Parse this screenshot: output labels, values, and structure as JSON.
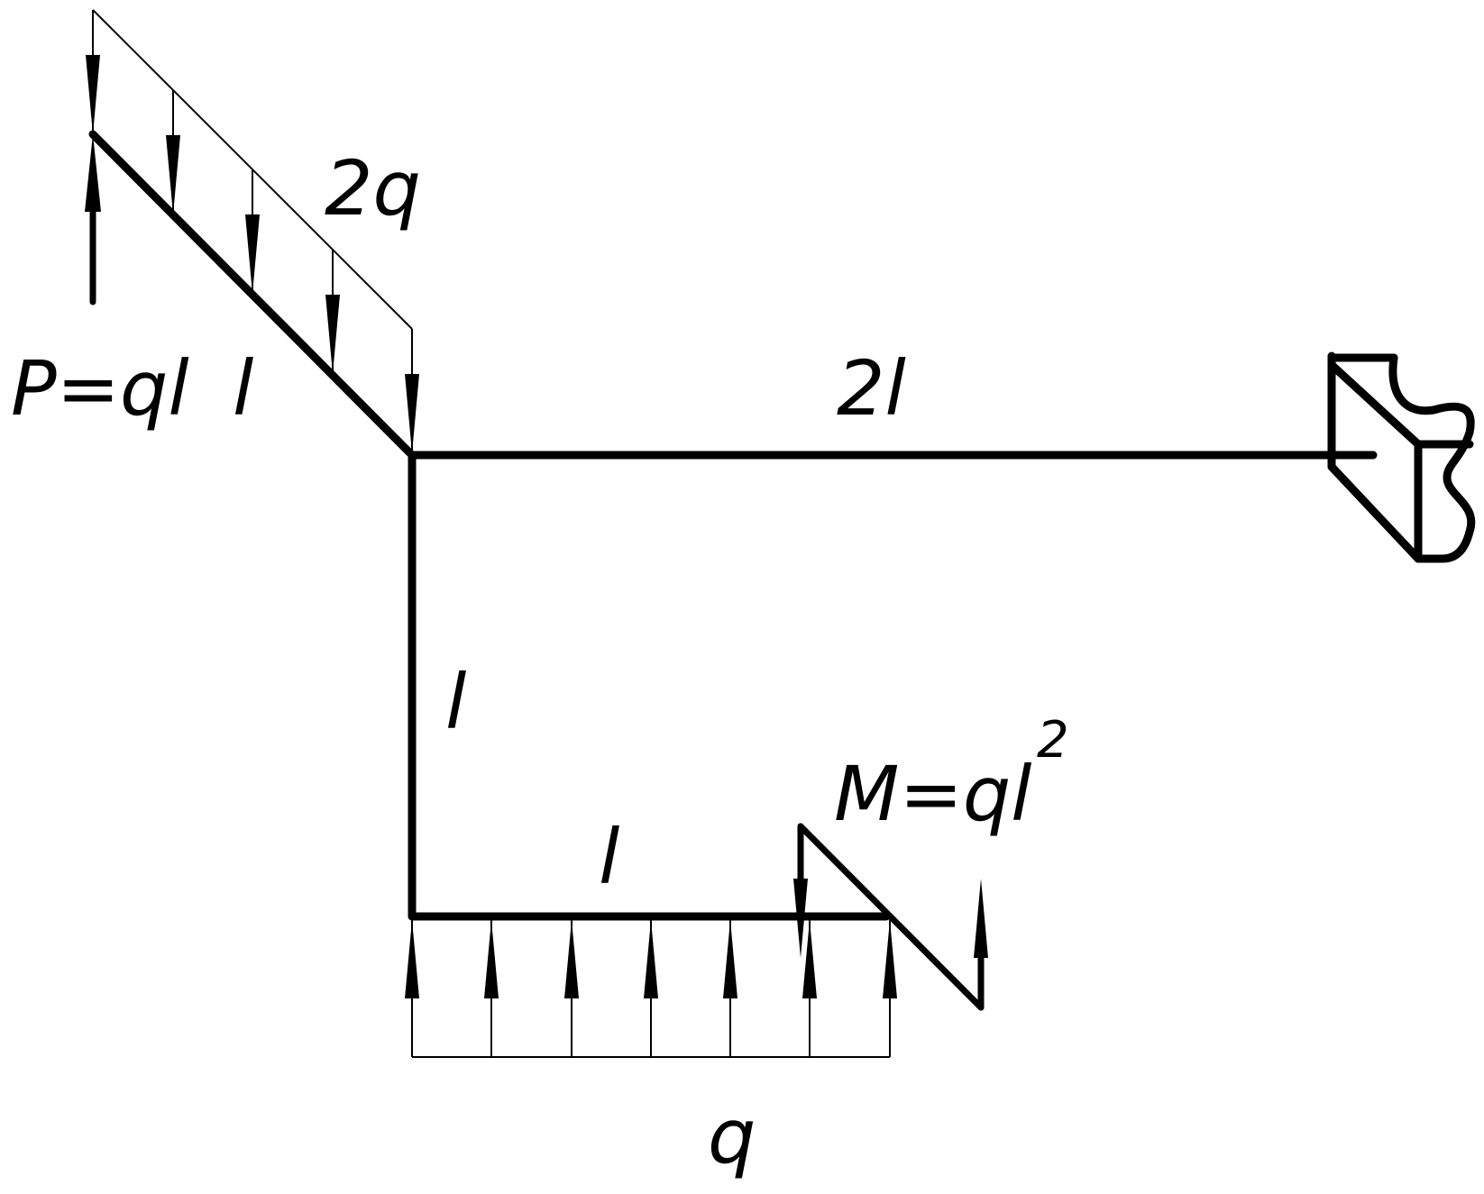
{
  "colors": {
    "stroke": "#000000",
    "background": "#ffffff"
  },
  "labels": {
    "load_2q": "2q",
    "force_p": "P=ql",
    "len_incline": "l",
    "len_top": "2l",
    "len_vertical": "l",
    "len_bottom": "l",
    "moment_base": "M=ql",
    "moment_exp": "2",
    "load_q": "q"
  }
}
